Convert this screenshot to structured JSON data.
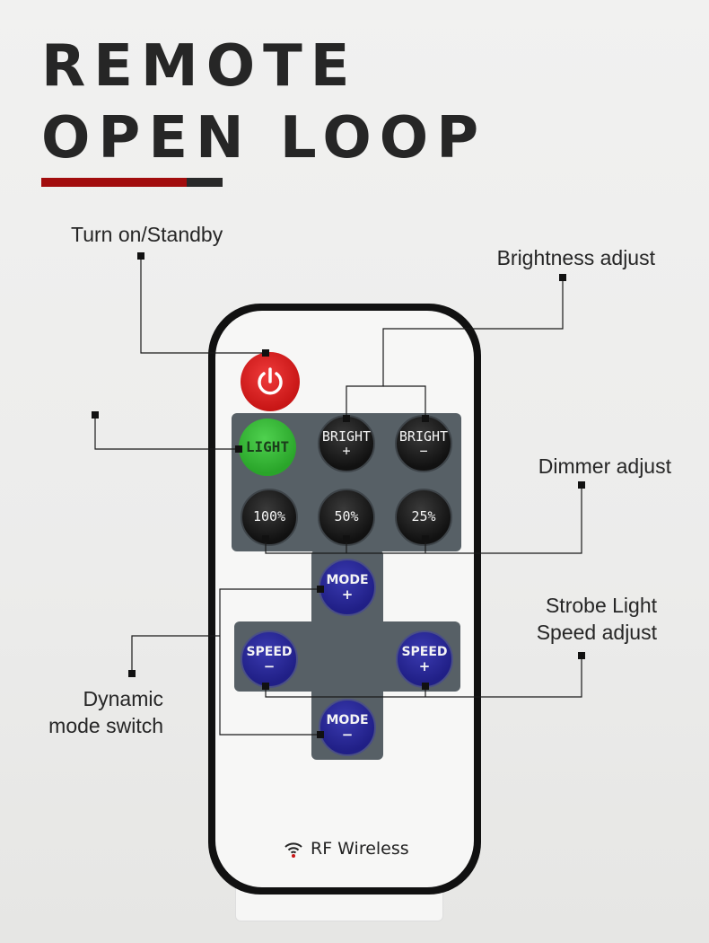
{
  "header": {
    "title_line1": "REMOTE",
    "title_line2": "OPEN LOOP",
    "accent_red": "#a20d0d",
    "accent_dark": "#2a2a2a"
  },
  "callouts": {
    "power": "Turn on/Standby",
    "brightness": "Brightness adjust",
    "dimmer": "Dimmer adjust",
    "strobe_line1": "Strobe Light",
    "strobe_line2": "Speed adjust",
    "mode_line1": "Dynamic",
    "mode_line2": "mode switch"
  },
  "remote": {
    "power_icon": "power-icon",
    "light": "LIGHT",
    "bright_plus": {
      "label": "BRIGHT",
      "sign": "+"
    },
    "bright_minus": {
      "label": "BRIGHT",
      "sign": "−"
    },
    "dim_100": "100%",
    "dim_50": "50%",
    "dim_25": "25%",
    "mode_plus": {
      "label": "MODE",
      "sign": "+"
    },
    "mode_minus": {
      "label": "MODE",
      "sign": "−"
    },
    "speed_minus": {
      "label": "SPEED",
      "sign": "−"
    },
    "speed_plus": {
      "label": "SPEED",
      "sign": "+"
    },
    "rf_label": "RF Wireless",
    "rf_icon": "wifi-icon",
    "colors": {
      "power": "#d11f1f",
      "light": "#37b837",
      "mode_speed": "#25238f",
      "panel": "#576066"
    }
  }
}
